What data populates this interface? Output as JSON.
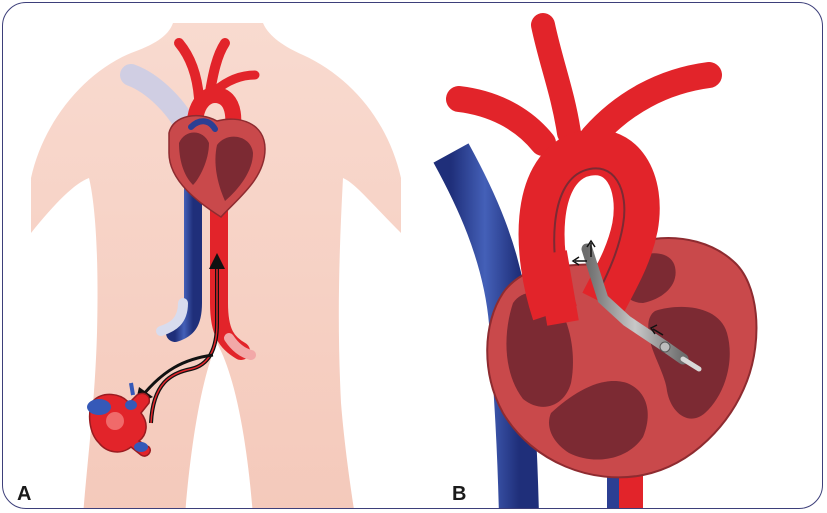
{
  "panels": [
    {
      "id": "A",
      "label": "A"
    },
    {
      "id": "B",
      "label": "B"
    }
  ],
  "colors": {
    "frame_border": "#3d3f7a",
    "skin": "#f6cfc2",
    "artery": "#e2242a",
    "artery_dark": "#b3161c",
    "vein": "#2b3f93",
    "heart_muscle": "#c9494b",
    "heart_chamber": "#7c2a33",
    "catheter": "#8c8c8c",
    "arrow": "#111111"
  }
}
